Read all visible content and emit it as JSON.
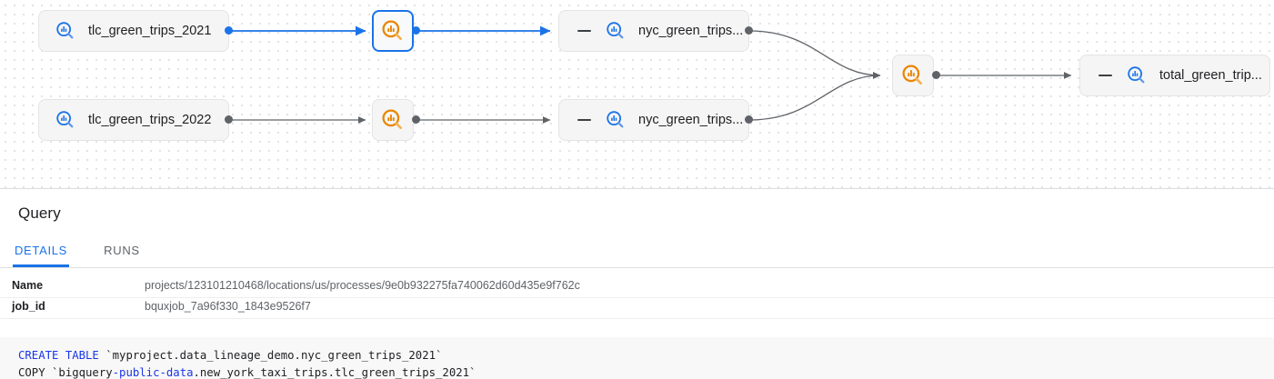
{
  "lineage": {
    "nodes": [
      {
        "id": "tlc2021",
        "type": "table",
        "label": "tlc_green_trips_2021",
        "icon": "bigquery-table-icon",
        "selected": false,
        "collapsible": false
      },
      {
        "id": "tlc2022",
        "type": "table",
        "label": "tlc_green_trips_2022",
        "icon": "bigquery-table-icon",
        "selected": false,
        "collapsible": false
      },
      {
        "id": "proc1",
        "type": "process",
        "label": "",
        "icon": "bigquery-process-icon",
        "selected": true,
        "collapsible": false
      },
      {
        "id": "proc2",
        "type": "process",
        "label": "",
        "icon": "bigquery-process-icon",
        "selected": false,
        "collapsible": false
      },
      {
        "id": "nyc1",
        "type": "table",
        "label": "nyc_green_trips...",
        "icon": "bigquery-table-icon",
        "selected": false,
        "collapsible": true
      },
      {
        "id": "nyc2",
        "type": "table",
        "label": "nyc_green_trips...",
        "icon": "bigquery-table-icon",
        "selected": false,
        "collapsible": true
      },
      {
        "id": "proc3",
        "type": "process",
        "label": "",
        "icon": "bigquery-process-icon",
        "selected": false,
        "collapsible": false
      },
      {
        "id": "total",
        "type": "table",
        "label": "total_green_trip...",
        "icon": "bigquery-table-icon",
        "selected": false,
        "collapsible": true
      }
    ],
    "colors": {
      "accent": "#1a73e8",
      "process": "#ea8600",
      "edge": "#5f6368",
      "node_bg": "#f5f5f5"
    }
  },
  "panel": {
    "title": "Query",
    "tabs": [
      {
        "id": "details",
        "label": "DETAILS",
        "active": true
      },
      {
        "id": "runs",
        "label": "RUNS",
        "active": false
      }
    ],
    "properties": [
      {
        "key": "Name",
        "value": "projects/123101210468/locations/us/processes/9e0b932275fa740062d60d435e9f762c"
      },
      {
        "key": "job_id",
        "value": "bquxjob_7a96f330_1843e9526f7"
      }
    ],
    "sql": {
      "line1_keyword": "CREATE TABLE",
      "line1_rest": " `myproject.data_lineage_demo.nyc_green_trips_2021`",
      "line2_pre": "COPY `bigquery",
      "line2_keyword": "-public-data",
      "line2_rest": ".new_york_taxi_trips.tlc_green_trips_2021`"
    },
    "drag_handle": "panel-resize-handle"
  }
}
